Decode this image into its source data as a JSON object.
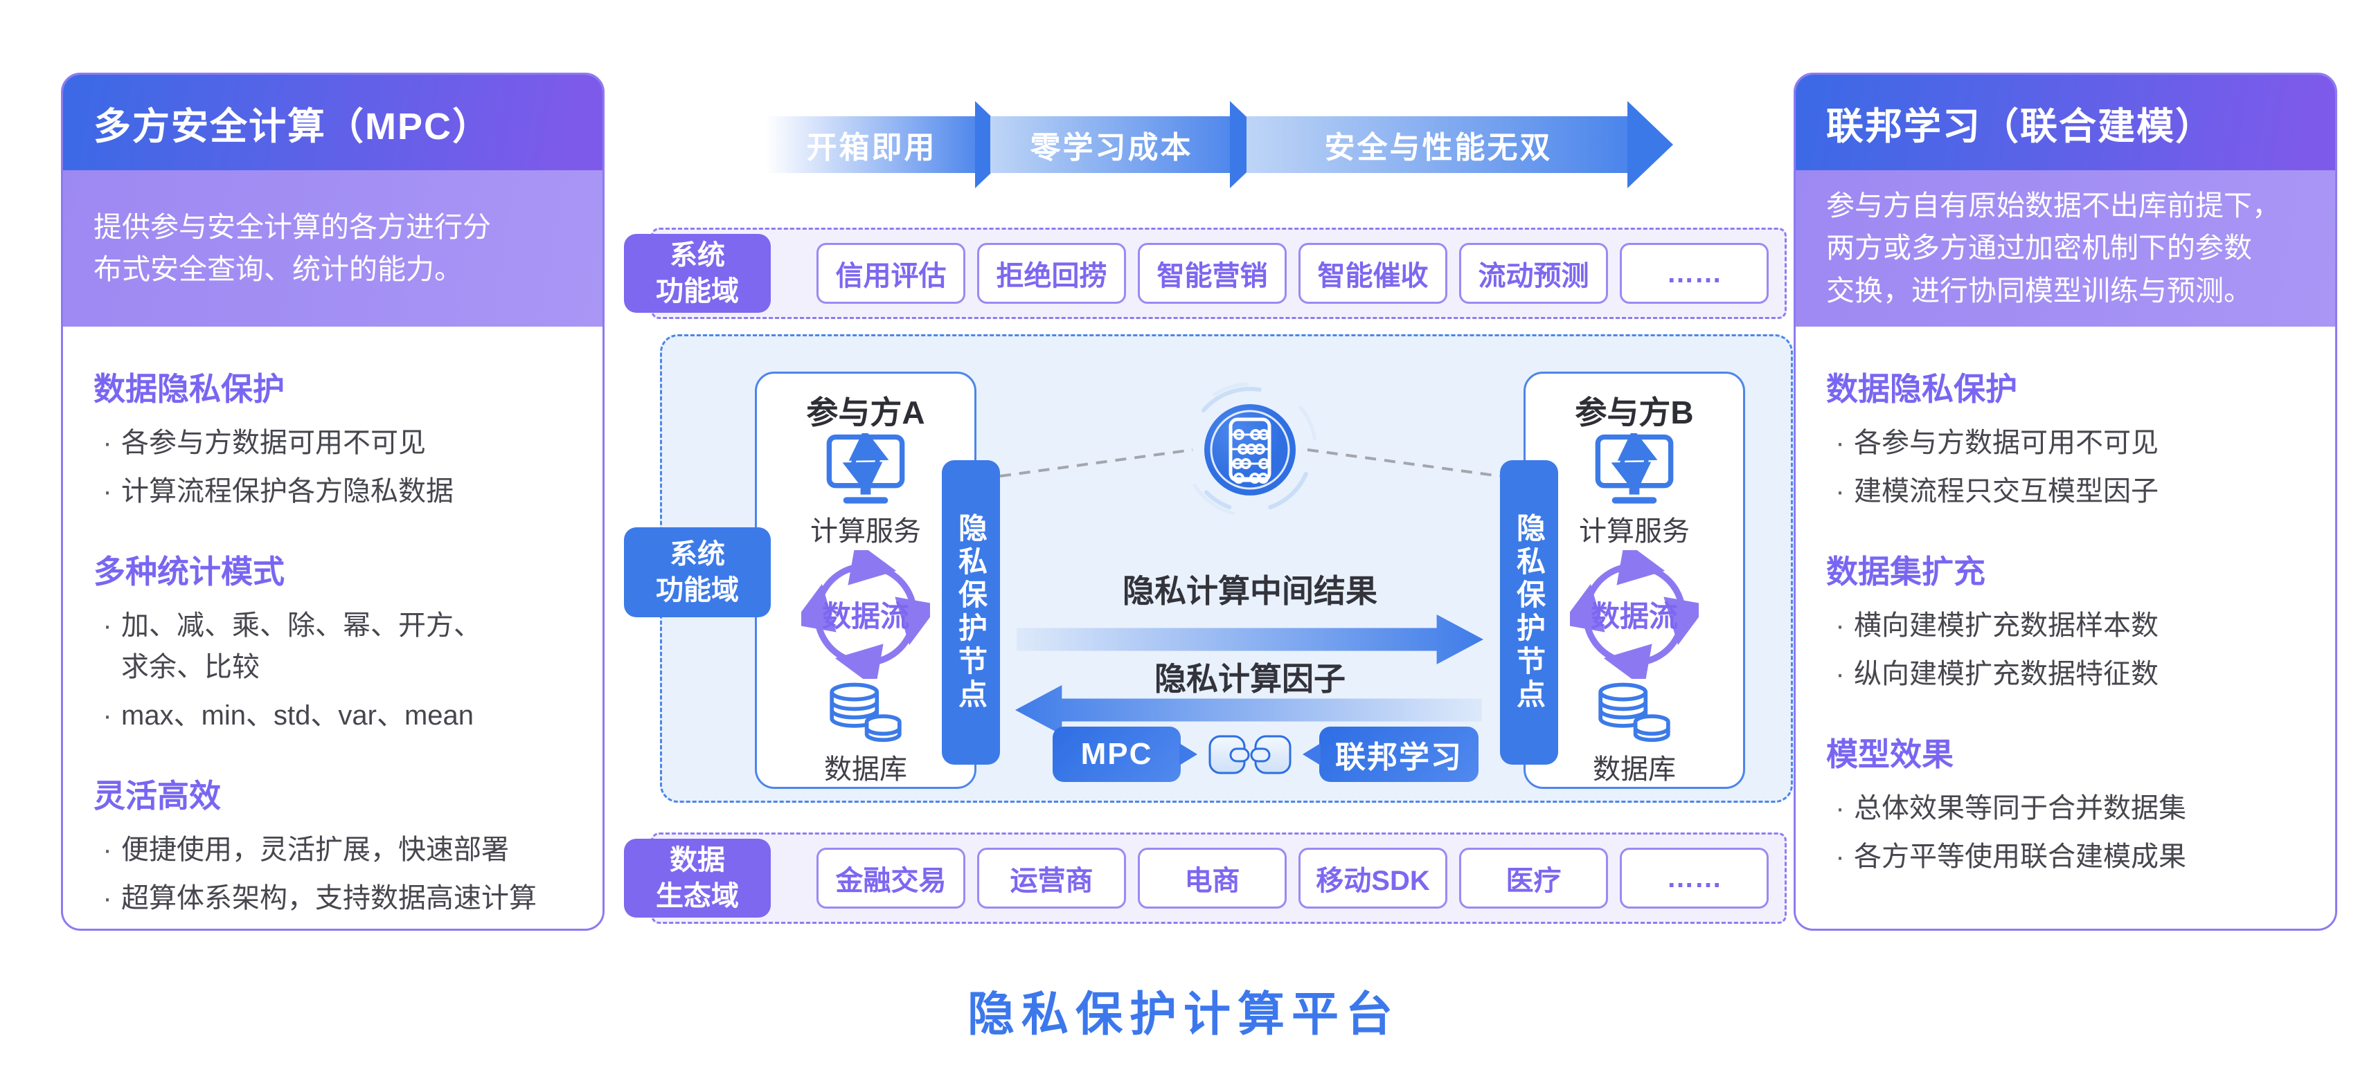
{
  "footer_title": "隐私保护计算平台",
  "ui": {
    "bullet_char": "·"
  },
  "process_arrows": {
    "steps": [
      "开箱即用",
      "零学习成本",
      "安全与性能无双"
    ]
  },
  "left_panel": {
    "title": "多方安全计算（MPC）",
    "description": "提供参与安全计算的各方进行分\n布式安全查询、统计的能力。",
    "sections": [
      {
        "heading": "数据隐私保护",
        "bullets": [
          "各参与方数据可用不可见",
          "计算流程保护各方隐私数据"
        ]
      },
      {
        "heading": "多种统计模式",
        "bullets": [
          "加、减、乘、除、幂、开方、\n求余、比较",
          "max、min、std、var、mean"
        ]
      },
      {
        "heading": "灵活高效",
        "bullets": [
          "便捷使用，灵活扩展，快速部署",
          "超算体系架构，支持数据高速计算"
        ]
      }
    ]
  },
  "right_panel": {
    "title": "联邦学习（联合建模）",
    "description": "参与方自有原始数据不出库前提下，\n两方或多方通过加密机制下的参数\n交换，进行协同模型训练与预测。",
    "sections": [
      {
        "heading": "数据隐私保护",
        "bullets": [
          "各参与方数据可用不可见",
          "建模流程只交互模型因子"
        ]
      },
      {
        "heading": "数据集扩充",
        "bullets": [
          "横向建模扩充数据样本数",
          "纵向建模扩充数据特征数"
        ]
      },
      {
        "heading": "模型效果",
        "bullets": [
          "总体效果等同于合并数据集",
          "各方平等使用联合建模成果"
        ]
      }
    ]
  },
  "function_row": {
    "label": "系统\n功能域",
    "tags": [
      "信用评估",
      "拒绝回捞",
      "智能营销",
      "智能催收",
      "流动预测",
      "……"
    ]
  },
  "ecosystem_row": {
    "label": "数据\n生态域",
    "tags": [
      "金融交易",
      "运营商",
      "电商",
      "移动SDK",
      "医疗",
      "……"
    ]
  },
  "core": {
    "side_label": "系统\n功能域",
    "participant_a": {
      "title": "参与方A",
      "compute": "计算服务",
      "flow": "数据流",
      "database": "数据库",
      "node": "隐私保护节点"
    },
    "participant_b": {
      "title": "参与方B",
      "compute": "计算服务",
      "flow": "数据流",
      "database": "数据库",
      "node": "隐私保护节点"
    },
    "arrow_to_b": "隐私计算中间结果",
    "arrow_to_a": "隐私计算因子",
    "mpc": "MPC",
    "federated": "联邦学习"
  },
  "colors": {
    "accent_blue": "#3C7AE8",
    "accent_purple": "#7D68EF",
    "panel_gradient_start": "#3E69E6",
    "panel_gradient_end": "#7E5AEA",
    "footer_text": "#3C78EC"
  }
}
